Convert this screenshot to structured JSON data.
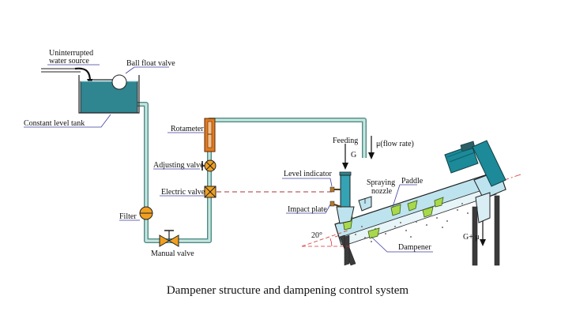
{
  "caption": "Dampener structure and dampening control system",
  "labels": {
    "water_source_line1": "Uninterrupted",
    "water_source_line2": "water source",
    "ball_float_valve": "Ball float valve",
    "constant_level_tank": "Constant level tank",
    "rotameter": "Rotameter",
    "adjusting_valve": "Adjusting valve",
    "electric_valve": "Electric valve",
    "filter": "Filter",
    "manual_valve": "Manual valve",
    "feeding": "Feeding",
    "feed_symbol": "G",
    "flow_rate": "μ(flow rate)",
    "level_indicator": "Level indicator",
    "impact_plate": "Impact plate",
    "spraying_line1": "Spraying",
    "spraying_line2": "nozzle",
    "paddle": "Paddle",
    "angle": "20°",
    "dampener": "Dampener",
    "output": "G+ μ"
  },
  "colors": {
    "pipe": "#b9dbd5",
    "pipe_edge": "#4e8b87",
    "tank_water": "#2f8590",
    "drum": "#bde3ee",
    "motor": "#1c8a98",
    "rotameter": "#e07a22",
    "valve": "#f0a020",
    "material": "#a8d84c",
    "frame": "#3b3b3b",
    "label_underline": "#3e3e9e",
    "guide_red": "#d33333"
  }
}
